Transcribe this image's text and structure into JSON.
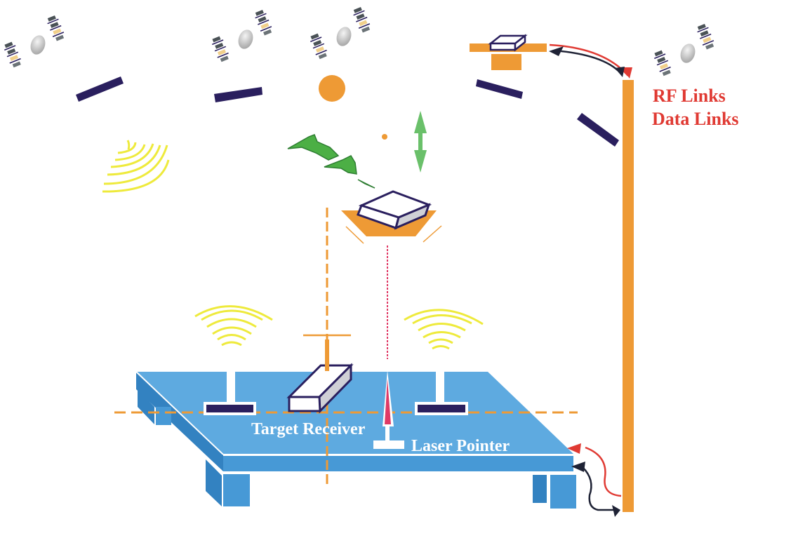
{
  "diagram": {
    "legend": {
      "rf_links": "RF Links",
      "data_links": "Data Links"
    },
    "labels": {
      "target_receiver": "Target Receiver",
      "laser_pointer": "Laser Pointer"
    },
    "colors": {
      "orange": "#ee9a35",
      "navy": "#2a1f5e",
      "table_top": "#5eaae0",
      "table_side": "#4799d6",
      "table_leg": "#3382c1",
      "yellow": "#eeea3c",
      "green": "#4caf45",
      "red_arrow": "#e03a33",
      "dark_arrow": "#1e2235",
      "laser_red": "#e03a66"
    },
    "elements": {
      "satellites": [
        "satellite-1",
        "satellite-2",
        "satellite-3",
        "satellite-4"
      ],
      "sun": "sun",
      "airship": "drone-platform",
      "mast": "communication-mast",
      "table": "test-table"
    }
  }
}
